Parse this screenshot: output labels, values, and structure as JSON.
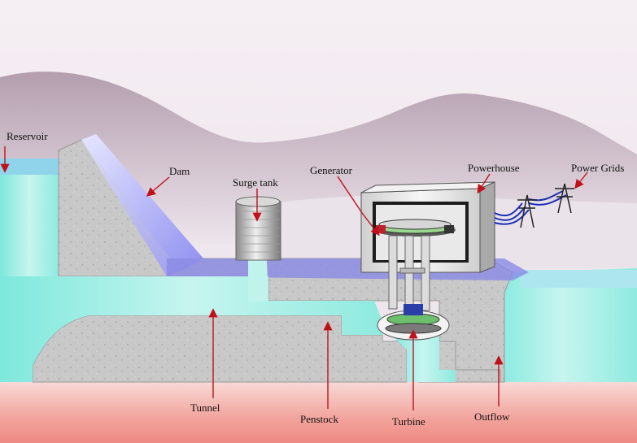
{
  "labels": {
    "reservoir": "Reservoir",
    "dam": "Dam",
    "surge_tank": "Surge tank",
    "generator": "Generator",
    "powerhouse": "Powerhouse",
    "power_grids": "Power Grids",
    "tunnel": "Tunnel",
    "penstock": "Penstock",
    "turbine": "Turbine",
    "outflow": "Outflow"
  },
  "colors": {
    "arrow": "#c0101a",
    "water": "#a8eee4",
    "concrete": "#c9c9c9",
    "sky_top": "#bdaab8",
    "ground": "#f08f8a"
  }
}
